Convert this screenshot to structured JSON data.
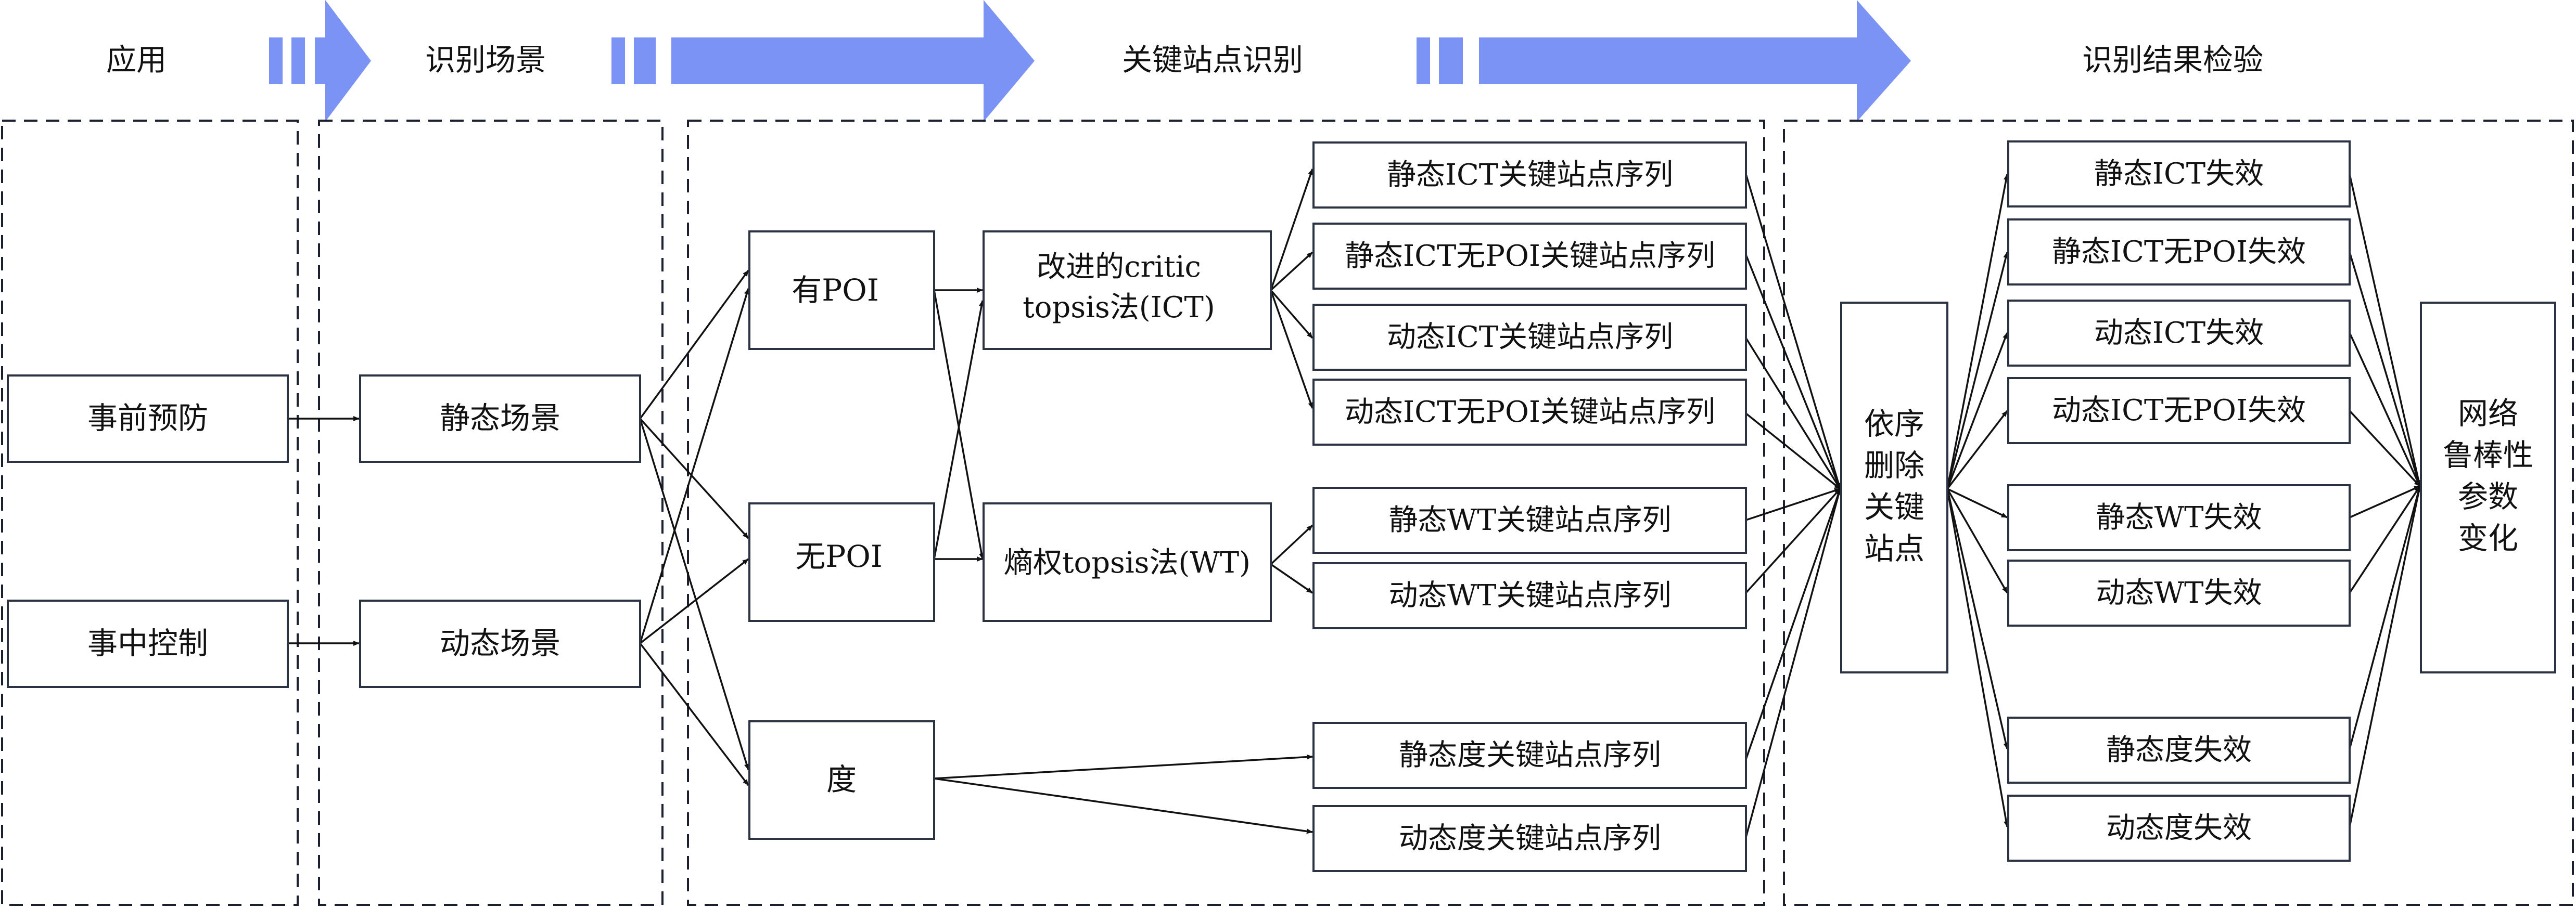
{
  "stage_header": {
    "apply_label": "应用",
    "scene_label": "识别场景",
    "key_label": "关键站点识别",
    "verify_label": "识别结果检验",
    "arrow_color": "#7b93f5"
  },
  "application": {
    "pre_event": "事前预防",
    "in_event": "事中控制"
  },
  "scenes": {
    "static": "静态场景",
    "dynamic": "动态场景"
  },
  "attributes": {
    "with_poi": "有POI",
    "without_poi": "无POI",
    "degree": "度"
  },
  "methods": {
    "ict_line1": "改进的critic",
    "ict_line2": "topsis法(ICT)",
    "wt": "熵权topsis法(WT)"
  },
  "sequences": {
    "s_ict": "静态ICT关键站点序列",
    "s_ict_nopoi": "静态ICT无POI关键站点序列",
    "d_ict": "动态ICT关键站点序列",
    "d_ict_nopoi": "动态ICT无POI关键站点序列",
    "s_wt": "静态WT关键站点序列",
    "d_wt": "动态WT关键站点序列",
    "s_deg": "静态度关键站点序列",
    "d_deg": "动态度关键站点序列"
  },
  "removal": {
    "line1": "依序",
    "line2": "删除",
    "line3": "关键",
    "line4": "站点"
  },
  "failures": {
    "s_ict": "静态ICT失效",
    "s_ict_nopoi": "静态ICT无POI失效",
    "d_ict": "动态ICT失效",
    "d_ict_nopoi": "动态ICT无POI失效",
    "s_wt": "静态WT失效",
    "d_wt": "动态WT失效",
    "s_deg": "静态度失效",
    "d_deg": "动态度失效"
  },
  "robustness": {
    "line1": "网络",
    "line2": "鲁棒性",
    "line3": "参数",
    "line4": "变化"
  }
}
